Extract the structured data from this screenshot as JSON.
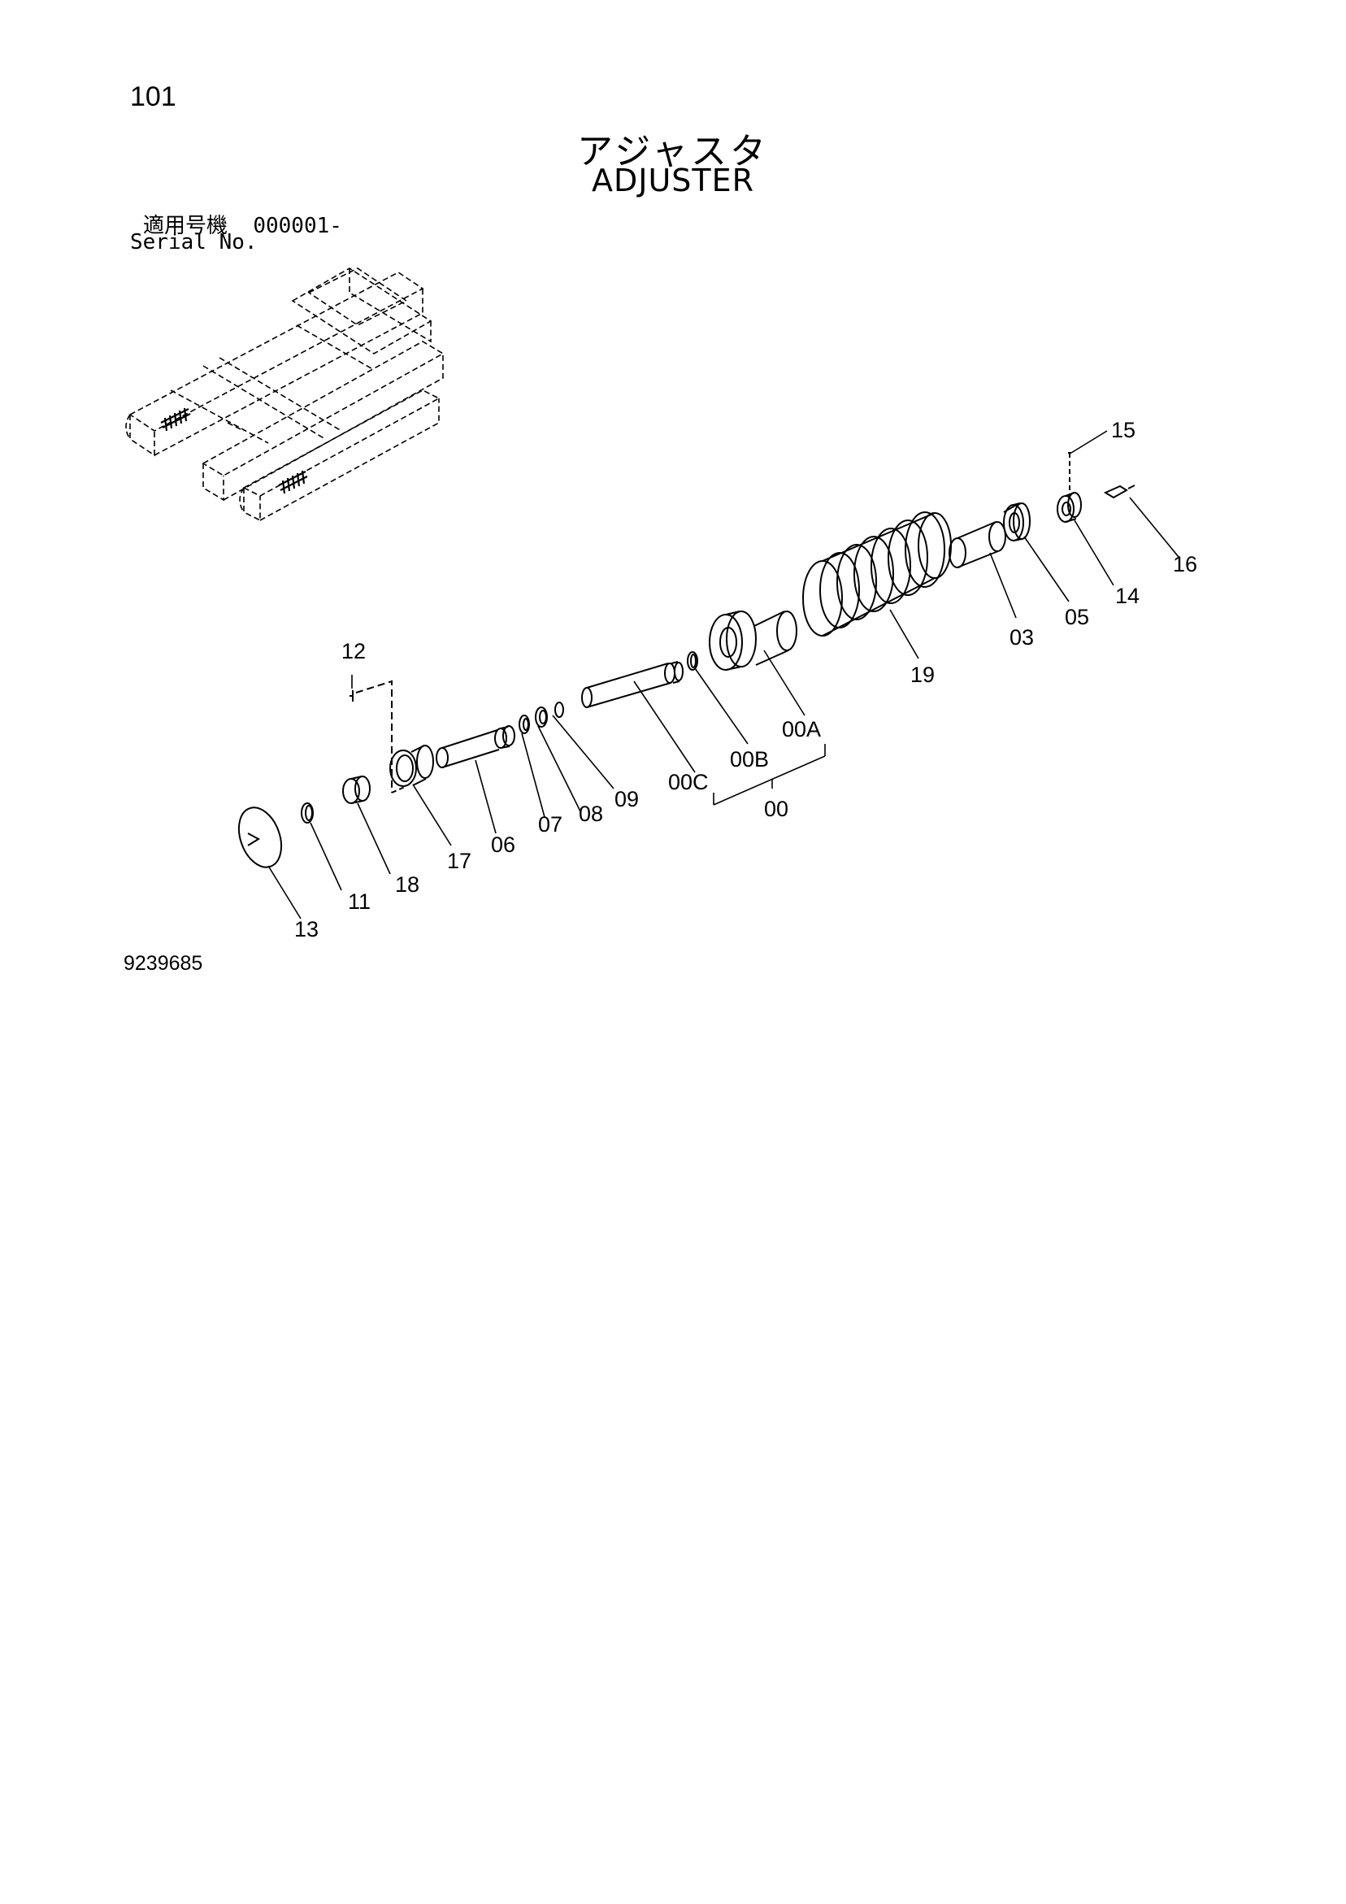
{
  "page": {
    "number": "101",
    "drawing_number": "9239685"
  },
  "title": {
    "japanese": "アジャスタ",
    "english": "ADJUSTER"
  },
  "serial": {
    "label_ja": "適用号機",
    "range": "000001-",
    "label_en": "Serial No."
  },
  "callouts": {
    "c15": "15",
    "c16": "16",
    "c14": "14",
    "c05": "05",
    "c03": "03",
    "c19": "19",
    "c00A": "00A",
    "c00B": "00B",
    "c00C": "00C",
    "c00": "00",
    "c09": "09",
    "c08": "08",
    "c07": "07",
    "c06": "06",
    "c17": "17",
    "c12": "12",
    "c18": "18",
    "c11": "11",
    "c13": "13"
  }
}
